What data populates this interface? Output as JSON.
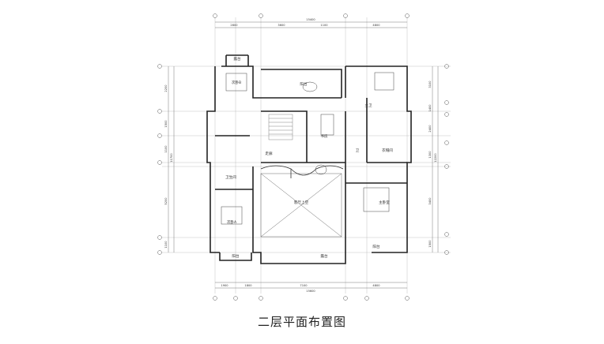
{
  "caption": "二层平面布置图",
  "dimensions_top": {
    "segments": [
      "2800",
      "3600",
      "1100",
      "4800"
    ],
    "total": "15400"
  },
  "dimensions_bottom": {
    "segments": [
      "1900",
      "1800",
      "7100",
      "4800"
    ],
    "total": "15600"
  },
  "dimensions_left": [
    "2200",
    "1500",
    "1100",
    "5200",
    "1100"
  ],
  "dimensions_left_total": "11700",
  "dimensions_right": [
    "3100",
    "1400",
    "2400",
    "1300",
    "3400",
    "1500"
  ],
  "dimensions_right_total": "12200",
  "rooms": {
    "top_left_balcony": "露台",
    "top_left_bedroom": "次卧B",
    "top_center_balcony": "阳台",
    "corridor": "走廊",
    "study": "书房",
    "living_void": "客厅上空",
    "left_bath": "卫生间",
    "left_bedroom": "次卧A",
    "bottom_left": "阳台",
    "right_top": "主卫",
    "right_cloak": "衣帽间",
    "right_mid": "卫",
    "master_bedroom": "主卧室",
    "bottom_right_balcony": "阳台",
    "bottom_ext": "露台"
  }
}
